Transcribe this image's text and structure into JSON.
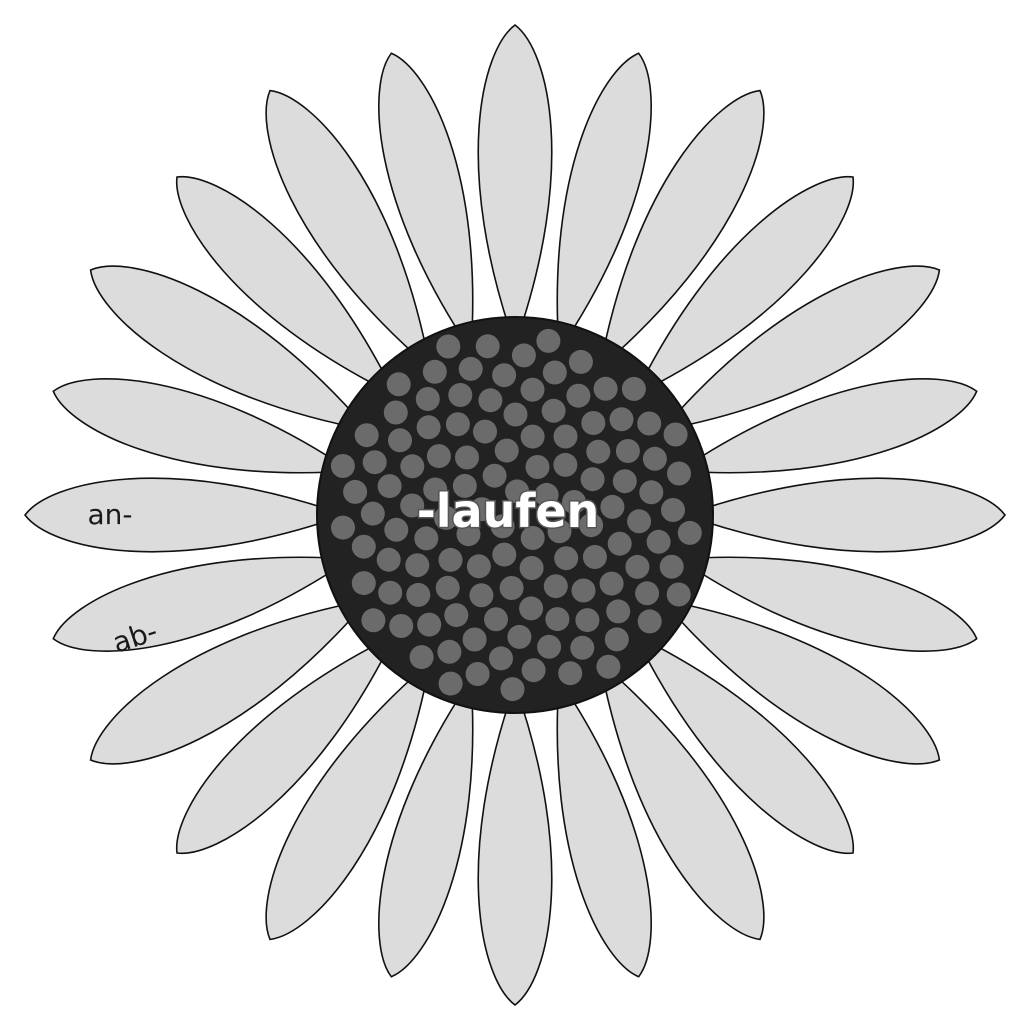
{
  "flower": {
    "center_word": "-laufen",
    "petal_words": [
      "an-",
      "ab-"
    ],
    "petal_count": 24,
    "colors": {
      "petal_fill": "#dcdcdc",
      "outline": "#111111",
      "center_fill": "#222222",
      "seed": "#6b6b6b",
      "center_text": "#ffffff"
    }
  }
}
